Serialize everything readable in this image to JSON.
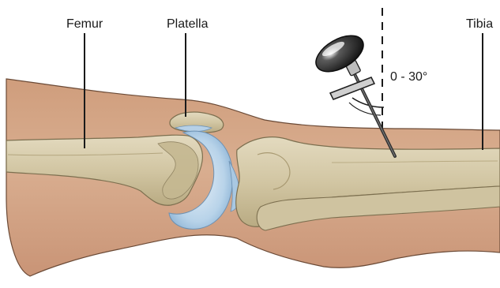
{
  "labels": {
    "femur": "Femur",
    "patella": "Platella",
    "tibia": "Tibia",
    "angle": "0 - 30°"
  },
  "colors": {
    "skin_light": "#d5a889",
    "skin_mid": "#c48f70",
    "skin_dark": "#b07c5d",
    "bone_light": "#ddd3b8",
    "bone_mid": "#c7bb97",
    "bone_shadow": "#a99a72",
    "cartilage": "#a9c8e2",
    "cartilage_light": "#d5e5f2",
    "outline": "#2b2b2b",
    "needle": "#3a3a3a",
    "pin_head": "#1c1c1c"
  },
  "icons": {
    "needle": "intraosseous-needle-icon"
  }
}
